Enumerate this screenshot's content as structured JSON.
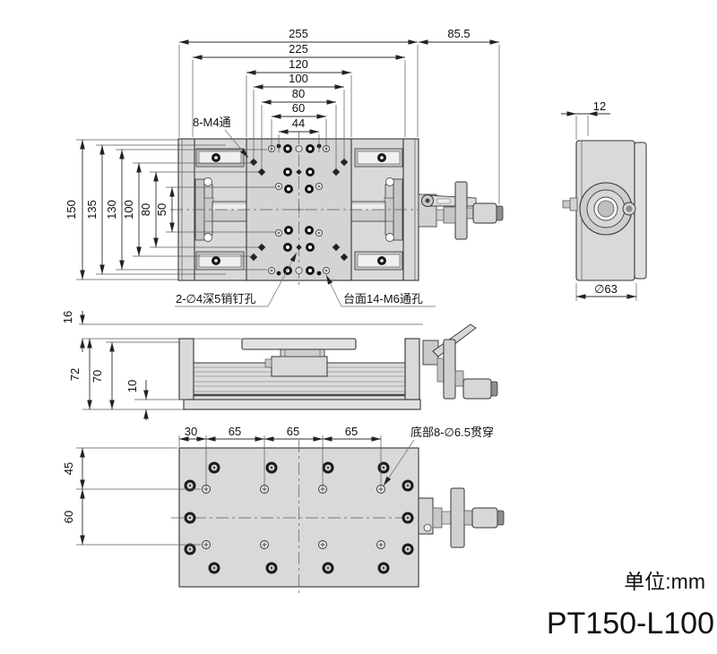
{
  "footer": {
    "units": "单位:mm",
    "model": "PT150-L100",
    "units_color": "#1f3a68"
  },
  "top_view": {
    "d255": "255",
    "d225": "225",
    "d120": "120",
    "d100": "100",
    "d80": "80",
    "d60": "60",
    "d44": "44",
    "d855": "85.5",
    "d150": "150",
    "d135": "135",
    "d130": "130",
    "dv100": "100",
    "dv80": "80",
    "dv50": "50",
    "callout_m4": "8-M4通",
    "callout_pin": "2-∅4深5销钉孔",
    "callout_m6": "台面14-M6通孔"
  },
  "side_view": {
    "d12": "12",
    "d63": "∅63"
  },
  "front_view": {
    "d16": "16",
    "d72": "72",
    "d70": "70",
    "d10": "10"
  },
  "bottom_view": {
    "d30": "30",
    "d65a": "65",
    "d65b": "65",
    "d65c": "65",
    "d45": "45",
    "d60": "60",
    "callout_holes": "底部8-∅6.5贯穿"
  },
  "colors": {
    "line": "#333333",
    "metal": "#d9d9d9",
    "accent": "#1f3a68"
  }
}
